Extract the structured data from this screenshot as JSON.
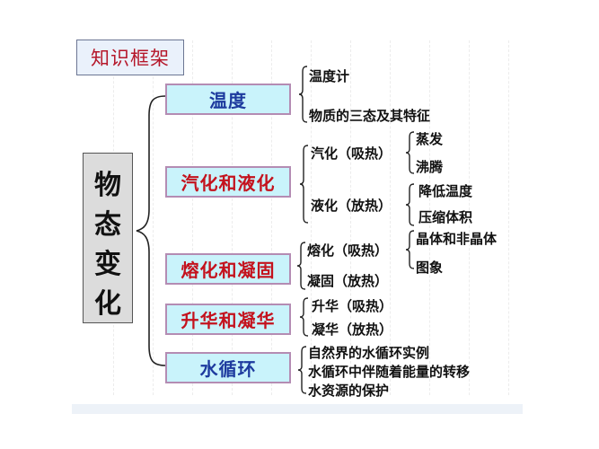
{
  "title": "知识框架",
  "root": {
    "label": "物态变化",
    "chars": [
      "物",
      "态",
      "变",
      "化"
    ]
  },
  "topics": [
    {
      "label": "温度",
      "color": "#1d3a9e",
      "children": [
        {
          "label": "温度计"
        },
        {
          "label": "物质的三态及其特征"
        }
      ]
    },
    {
      "label": "汽化和液化",
      "color": "#c4121d",
      "children": [
        {
          "label": "汽化（吸热）",
          "children": [
            {
              "label": "蒸发"
            },
            {
              "label": "沸腾"
            }
          ]
        },
        {
          "label": "液化（放热）",
          "children": [
            {
              "label": "降低温度"
            },
            {
              "label": "压缩体积"
            }
          ]
        }
      ]
    },
    {
      "label": "熔化和凝固",
      "color": "#c4121d",
      "children": [
        {
          "label": "熔化（吸热）",
          "children": [
            {
              "label": "晶体和非晶体"
            },
            {
              "label": "图象"
            }
          ]
        },
        {
          "label": "凝固（放热）"
        }
      ]
    },
    {
      "label": "升华和凝华",
      "color": "#c4121d",
      "children": [
        {
          "label": "升华（吸热）"
        },
        {
          "label": "凝华（放热）"
        }
      ]
    },
    {
      "label": "水循环",
      "color": "#1d3a9e",
      "children": [
        {
          "label": "自然界的水循环实例"
        },
        {
          "label": "水循环中伴随着能量的转移"
        },
        {
          "label": "水资源的保护"
        }
      ]
    }
  ],
  "colors": {
    "title_text": "#b5172a",
    "title_bg": "#eaf1fb",
    "topic_bg": "#c9f3fb",
    "topic_border": "#b48cb3",
    "root_bg": "#dcdcdc"
  }
}
